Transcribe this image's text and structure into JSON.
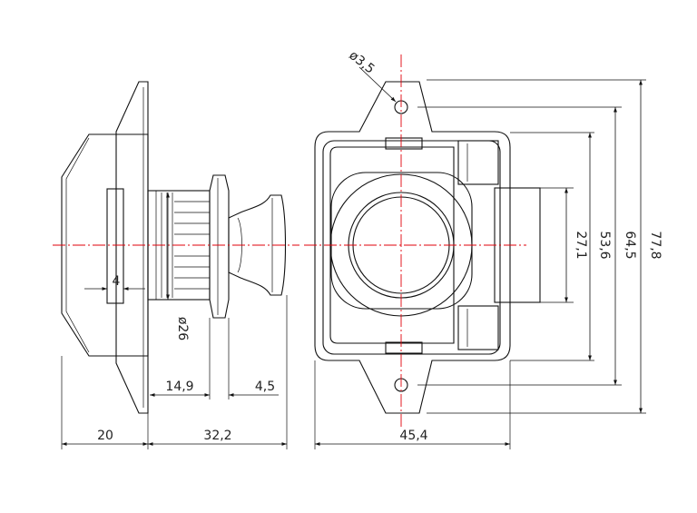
{
  "drawing": {
    "colors": {
      "outline": "#111111",
      "center_line": "#e0000a",
      "background": "#ffffff"
    },
    "side_view": {
      "dims": {
        "width_4": "4",
        "diameter_26": "ø26",
        "length_14_9": "14,9",
        "length_4_5": "4,5",
        "length_20": "20",
        "length_32_2": "32,2"
      }
    },
    "front_view": {
      "dims": {
        "hole_dia": "ø3,5",
        "width_45_4": "45,4",
        "height_27_1": "27,1",
        "height_53_6": "53,6",
        "height_64_5": "64,5",
        "height_77_8": "77,8"
      }
    }
  }
}
